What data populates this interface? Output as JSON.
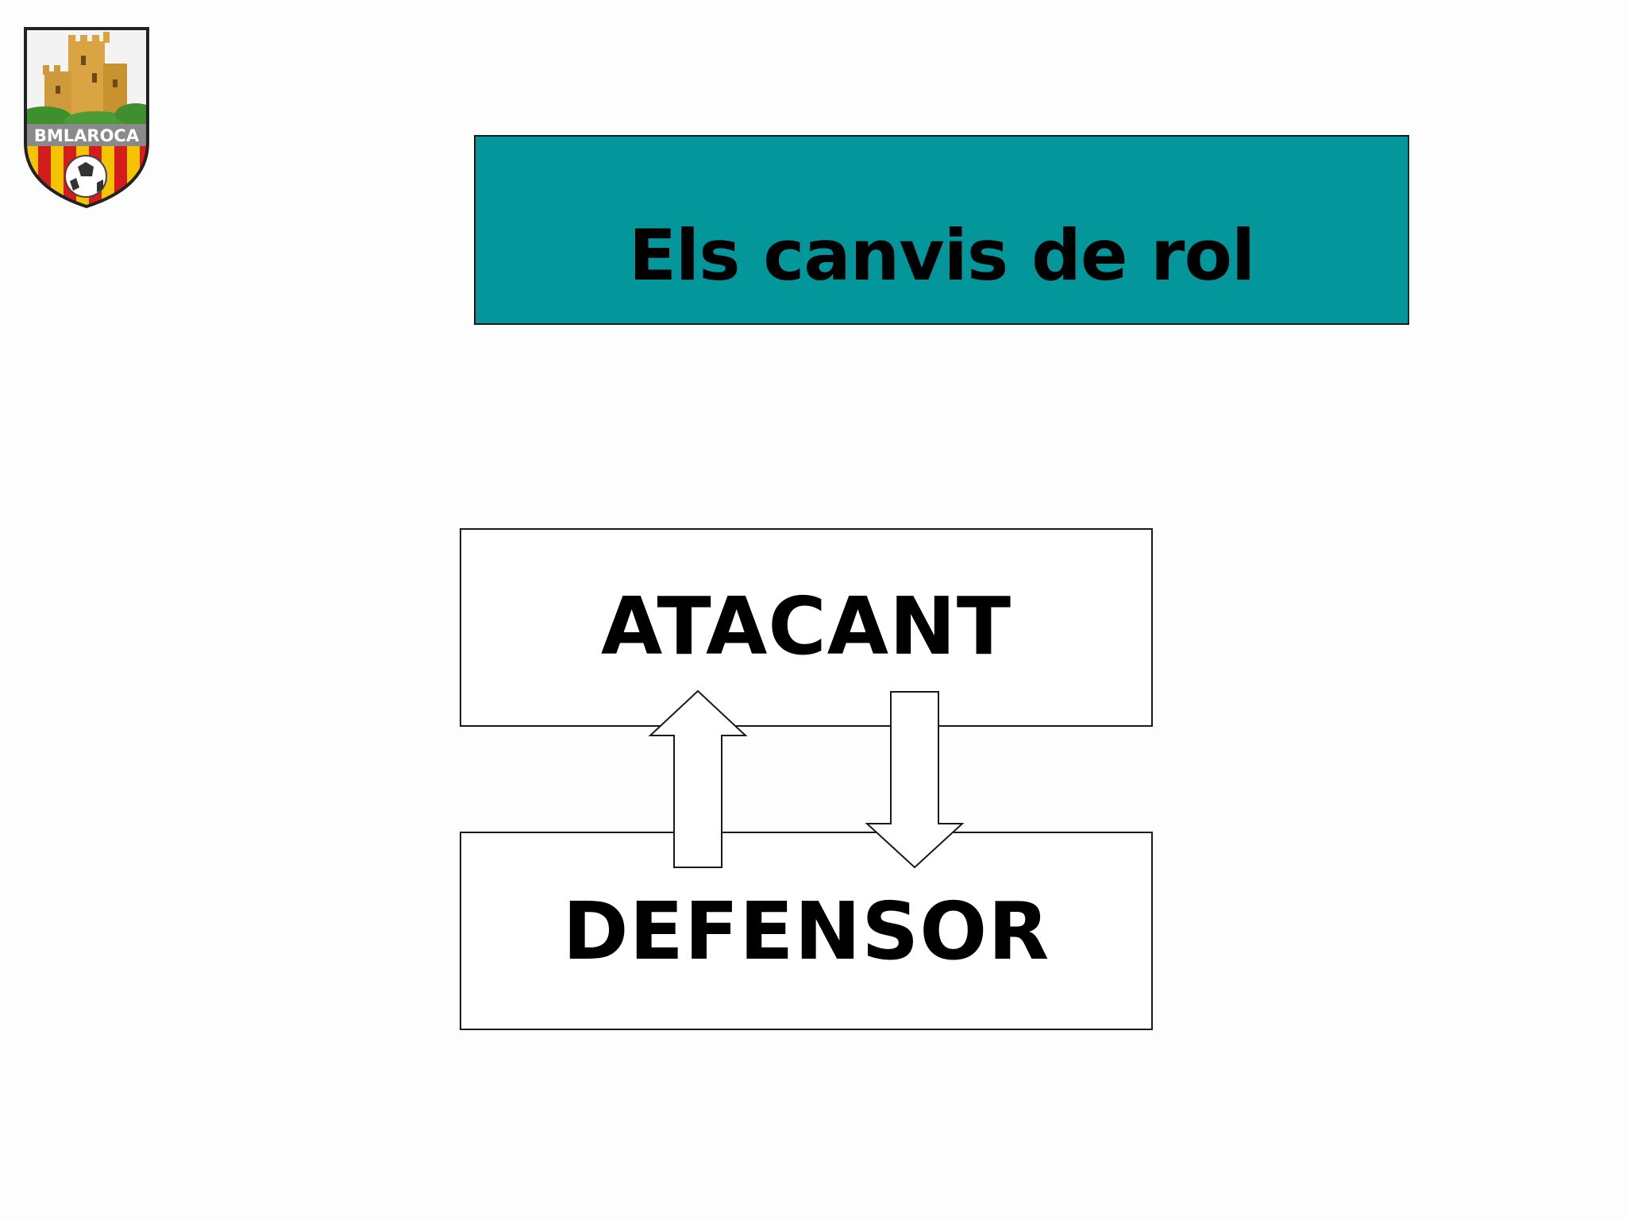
{
  "logo": {
    "text": "BMLAROCA",
    "colors": {
      "stripe_yellow": "#f5c400",
      "stripe_red": "#d31c1c",
      "sky": "#f2f2f2",
      "castle": "#d9a441",
      "foliage": "#3f8f2f",
      "band": "#c0c0c0"
    }
  },
  "title": "Els canvis de rol",
  "roles": {
    "attacker": "ATACANT",
    "defender": "DEFENSOR"
  },
  "arrows": {
    "up": "arrow-up-icon",
    "down": "arrow-down-icon"
  },
  "colors": {
    "title_fill": "#03979b",
    "border": "#1a1a1a",
    "box_fill": "#ffffff",
    "background": "#fdfdfd"
  }
}
